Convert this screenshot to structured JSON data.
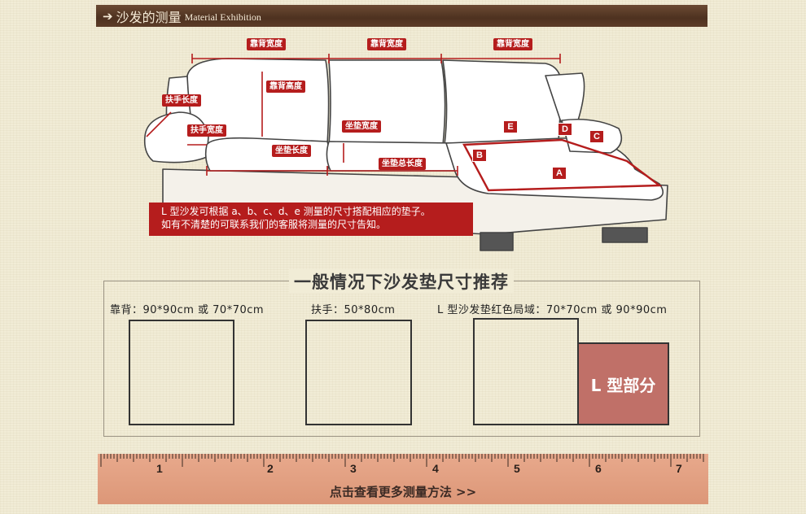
{
  "header": {
    "arrow": "➔",
    "title": "沙发的测量",
    "subtitle": "Material Exhibition"
  },
  "diagram": {
    "tags": {
      "back_width_1": "靠背宽度",
      "back_width_2": "靠背宽度",
      "back_width_3": "靠背宽度",
      "back_height": "靠背高度",
      "armrest_length": "扶手长度",
      "armrest_width": "扶手宽度",
      "seat_length": "坐垫长度",
      "seat_width": "坐垫宽度",
      "seat_total_length": "坐垫总长度"
    },
    "letters": {
      "a": "A",
      "b": "B",
      "c": "C",
      "d": "D",
      "e": "E"
    },
    "note_line1": "L 型沙发可根据 a、b、c、d、e 测量的尺寸搭配相应的垫子。",
    "note_line2": "如有不清楚的可联系我们的客服将测量的尺寸告知。"
  },
  "recommend": {
    "title": "一般情况下沙发垫尺寸推荐",
    "specs": {
      "back": "靠背：90*90cm 或 70*70cm",
      "armrest": "扶手：50*80cm",
      "l_shape": "L 型沙发垫红色局域：70*70cm 或 90*90cm"
    },
    "l_part_label": "L 型部分",
    "colors": {
      "l_part": "#c07068",
      "accent_red": "#b51d1d"
    }
  },
  "ruler": {
    "numbers": [
      "1",
      "2",
      "3",
      "4",
      "5",
      "6",
      "7"
    ],
    "link_text": "点击查看更多测量方法 >>"
  }
}
